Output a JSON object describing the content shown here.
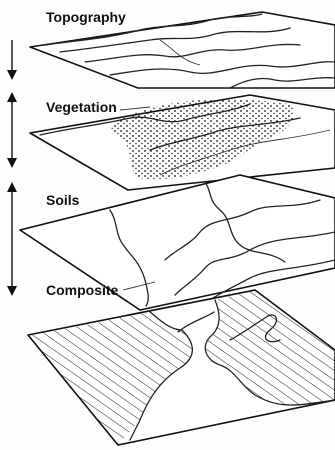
{
  "layers": [
    {
      "id": "topography",
      "label": "Topography"
    },
    {
      "id": "vegetation",
      "label": "Vegetation"
    },
    {
      "id": "soils",
      "label": "Soils"
    },
    {
      "id": "composite",
      "label": "Composite"
    }
  ]
}
